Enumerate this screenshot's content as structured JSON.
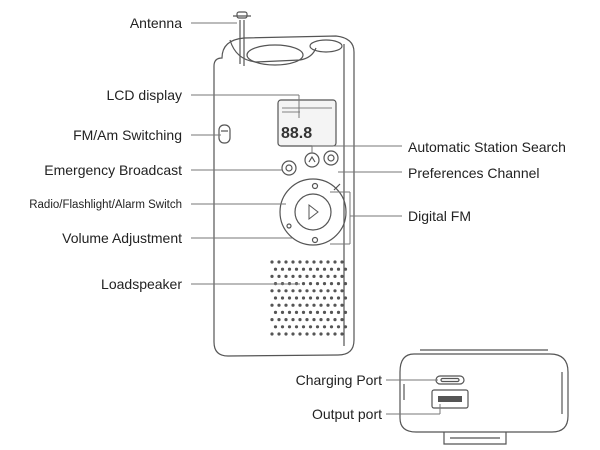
{
  "diagram": {
    "labels_left": {
      "antenna": "Antenna",
      "lcd_display": "LCD display",
      "fm_am_switching": "FM/Am Switching",
      "emergency_broadcast": "Emergency Broadcast",
      "mode_switch": "Radio/Flashlight/Alarm Switch",
      "volume_adjustment": "Volume Adjustment",
      "loudspeaker": "Loadspeaker",
      "charging_port": "Charging Port",
      "output_port": "Output port"
    },
    "labels_right": {
      "automatic_station_search": "Automatic Station Search",
      "preferences_channel": "Preferences Channel",
      "digital_fm": "Digital FM"
    },
    "lcd_readout": "88.8",
    "colors": {
      "outline": "#555555",
      "leader": "#777777",
      "text": "#222222",
      "lcd_fill": "#f4f4f4"
    }
  }
}
